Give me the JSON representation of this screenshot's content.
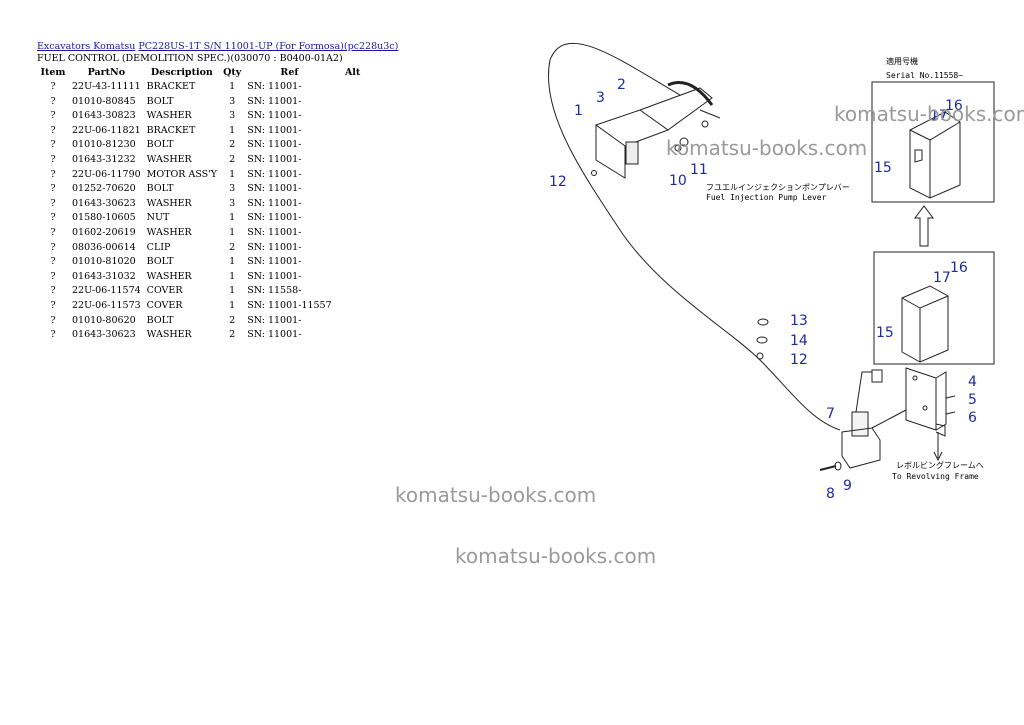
{
  "breadcrumb": {
    "link1": "Excavators Komatsu",
    "link2": "PC228US-1T S/N 11001-UP (For Formosa)(pc228u3c)"
  },
  "section_title": "FUEL CONTROL (DEMOLITION SPEC.)(030070 : B0400-01A2)",
  "table": {
    "headers": [
      "Item",
      "PartNo",
      "Description",
      "Qty",
      "Ref",
      "Alt"
    ],
    "rows": [
      [
        "?",
        "22U-43-11111",
        "BRACKET",
        "1",
        "SN: 11001-",
        ""
      ],
      [
        "?",
        "01010-80845",
        "BOLT",
        "3",
        "SN: 11001-",
        ""
      ],
      [
        "?",
        "01643-30823",
        "WASHER",
        "3",
        "SN: 11001-",
        ""
      ],
      [
        "?",
        "22U-06-11821",
        "BRACKET",
        "1",
        "SN: 11001-",
        ""
      ],
      [
        "?",
        "01010-81230",
        "BOLT",
        "2",
        "SN: 11001-",
        ""
      ],
      [
        "?",
        "01643-31232",
        "WASHER",
        "2",
        "SN: 11001-",
        ""
      ],
      [
        "?",
        "22U-06-11790",
        "MOTOR ASS'Y",
        "1",
        "SN: 11001-",
        ""
      ],
      [
        "?",
        "01252-70620",
        "BOLT",
        "3",
        "SN: 11001-",
        ""
      ],
      [
        "?",
        "01643-30623",
        "WASHER",
        "3",
        "SN: 11001-",
        ""
      ],
      [
        "?",
        "01580-10605",
        "NUT",
        "1",
        "SN: 11001-",
        ""
      ],
      [
        "?",
        "01602-20619",
        "WASHER",
        "1",
        "SN: 11001-",
        ""
      ],
      [
        "?",
        "08036-00614",
        "CLIP",
        "2",
        "SN: 11001-",
        ""
      ],
      [
        "?",
        "01010-81020",
        "BOLT",
        "1",
        "SN: 11001-",
        ""
      ],
      [
        "?",
        "01643-31032",
        "WASHER",
        "1",
        "SN: 11001-",
        ""
      ],
      [
        "?",
        "22U-06-11574",
        "COVER",
        "1",
        "SN: 11558-",
        ""
      ],
      [
        "?",
        "22U-06-11573",
        "COVER",
        "1",
        "SN: 11001-11557",
        ""
      ],
      [
        "?",
        "01010-80620",
        "BOLT",
        "2",
        "SN: 11001-",
        ""
      ],
      [
        "?",
        "01643-30623",
        "WASHER",
        "2",
        "SN: 11001-",
        ""
      ]
    ]
  },
  "diagram": {
    "labels": {
      "serial_jp": "適用号機",
      "serial_en": "Serial No.11558~",
      "fuel_jp": "フユエルインジェクションポンプレバー",
      "fuel_en": "Fuel Injection Pump Lever",
      "frame_jp": "レボルビングフレームへ",
      "frame_en": "To Revolving Frame"
    },
    "callouts": {
      "c1": "1",
      "c2": "2",
      "c3": "3",
      "c4": "4",
      "c5": "5",
      "c6": "6",
      "c7": "7",
      "c8": "8",
      "c9": "9",
      "c10": "10",
      "c11": "11",
      "c12a": "12",
      "c12b": "12",
      "c13": "13",
      "c14": "14",
      "c15a": "15",
      "c15b": "15",
      "c16a": "16",
      "c16b": "16",
      "c17a": "17",
      "c17b": "17"
    }
  },
  "watermark": "komatsu-books.com",
  "colors": {
    "link": "#1a1aa6",
    "callout": "#1c2ba0",
    "watermark": "#9a9a9a"
  }
}
